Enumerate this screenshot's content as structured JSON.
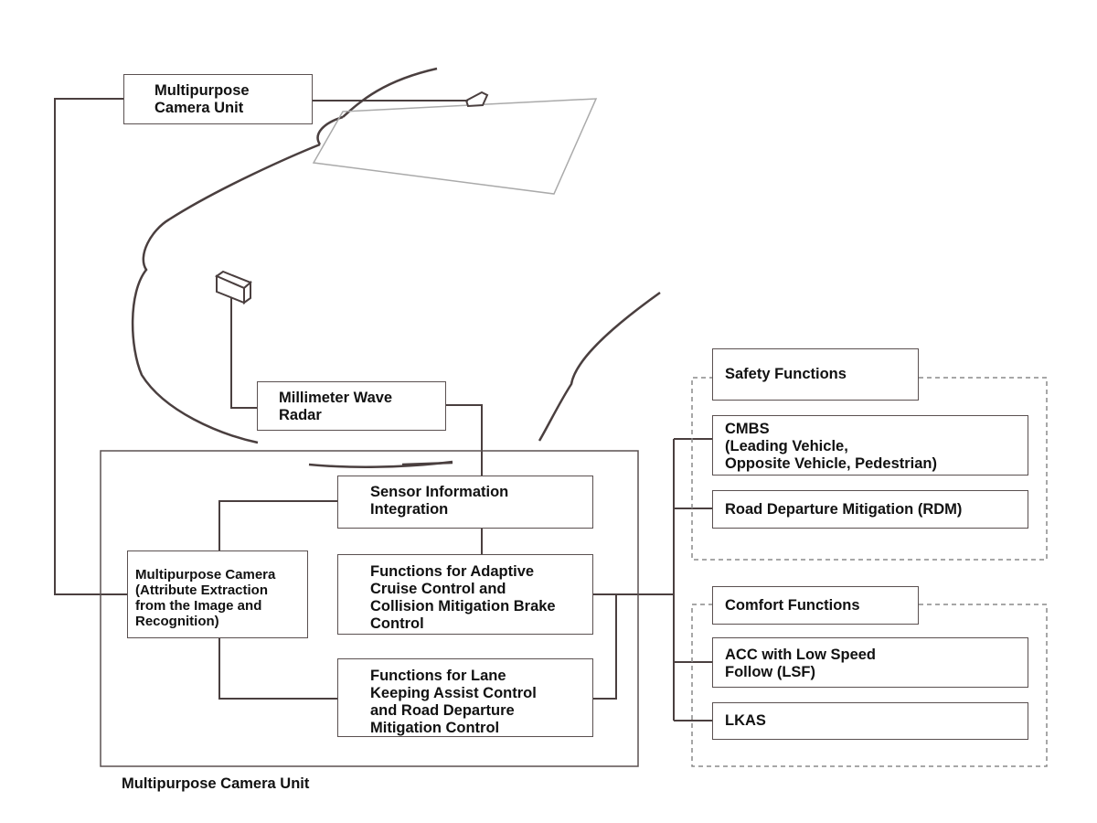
{
  "top_camera_unit": "Multipurpose\nCamera Unit",
  "radar": "Millimeter Wave\nRadar",
  "sensor_integration": "Sensor Information\nIntegration",
  "multipurpose_camera": "Multipurpose Camera\n(Attribute Extraction\nfrom the Image and\nRecognition)",
  "acc_cmbs_functions": "Functions for Adaptive\nCruise Control and\nCollision Mitigation Brake\nControl",
  "lka_rdm_functions": "Functions for Lane\nKeeping Assist Control\nand Road Departure\nMitigation Control",
  "unit_caption": "Multipurpose Camera Unit",
  "safety_functions": {
    "title": "Safety Functions",
    "items": [
      "CMBS\n(Leading Vehicle,\nOpposite Vehicle, Pedestrian)",
      "Road Departure Mitigation (RDM)"
    ]
  },
  "comfort_functions": {
    "title": "Comfort Functions",
    "items": [
      "ACC with Low Speed\nFollow (LSF)",
      "LKAS"
    ]
  },
  "colors": {
    "line": "#4a3f3f",
    "box_border": "#5a5050",
    "dashed": "#8a8a8a",
    "windshield": "#aaaaaa"
  }
}
